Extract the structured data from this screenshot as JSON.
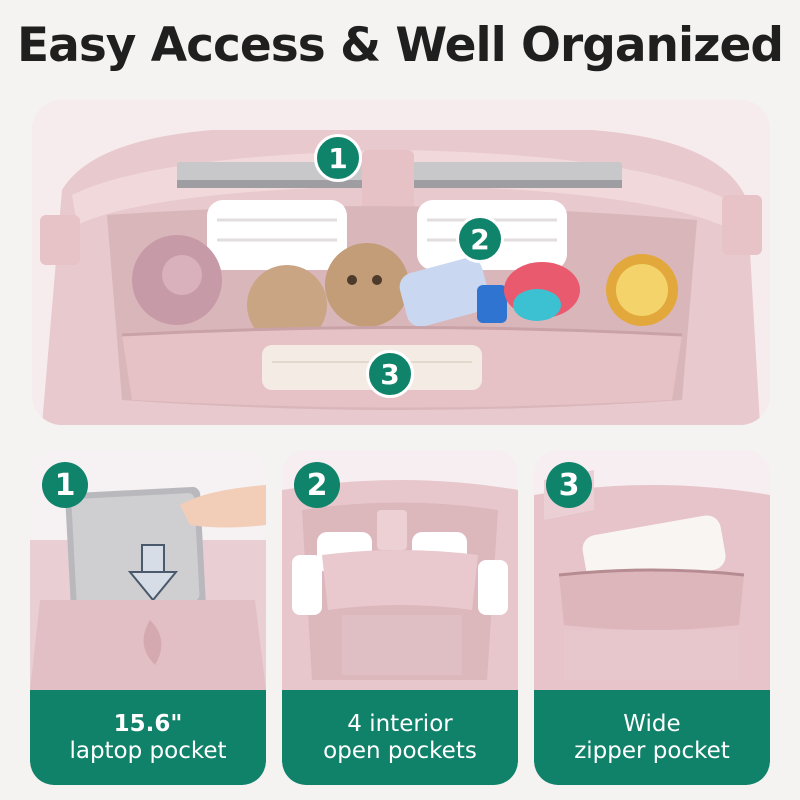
{
  "title": "Easy Access & Well Organized",
  "hero": {
    "badges": [
      "1",
      "2",
      "3"
    ]
  },
  "cards": [
    {
      "number": "1",
      "line1": "15.6\"",
      "line2": "laptop pocket"
    },
    {
      "number": "2",
      "line1": "4 interior",
      "line2": "open pockets"
    },
    {
      "number": "3",
      "line1": "Wide",
      "line2": "zipper pocket"
    }
  ],
  "colors": {
    "accent": "#11826a",
    "bag_pink": "#e9cfd2",
    "background": "#f4f3f2"
  }
}
